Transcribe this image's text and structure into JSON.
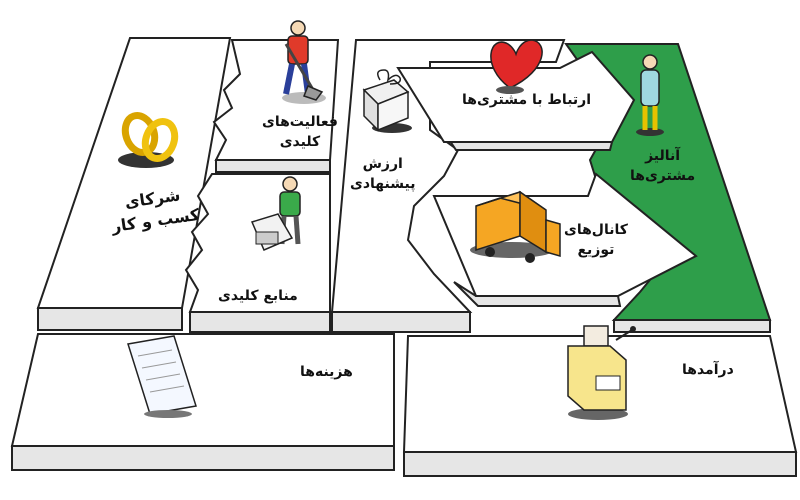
{
  "blocks": {
    "key_partners": {
      "line1": "شرکای",
      "line2": "کسب و کار"
    },
    "key_activities": {
      "line1": "فعالیت‌های",
      "line2": "کلیدی"
    },
    "key_resources": {
      "label": "منابع کلیدی"
    },
    "value_propositions": {
      "line1": "ارزش",
      "line2": "پیشنهادی"
    },
    "customer_relationships": {
      "label": "ارتباط با مشتری‌ها"
    },
    "channels": {
      "line1": "کانال‌های",
      "line2": "توزیع"
    },
    "customer_segments": {
      "line1": "آنالیز",
      "line2": "مشتری‌ها"
    },
    "cost_structure": {
      "label": "هزینه‌ها"
    },
    "revenue_streams": {
      "label": "درآمدها"
    }
  },
  "colors": {
    "segment_fill": "#2e9e4a",
    "outline": "#222222",
    "panel": "#ffffff",
    "panel_side": "#e6e6e6",
    "heart": "#e02828",
    "truck": "#f5a623"
  },
  "icons": [
    "rings-icon",
    "person-digging-icon",
    "person-machine-icon",
    "gift-box-icon",
    "heart-icon",
    "delivery-truck-icon",
    "person-standing-icon",
    "receipt-icon",
    "cash-register-icon"
  ]
}
